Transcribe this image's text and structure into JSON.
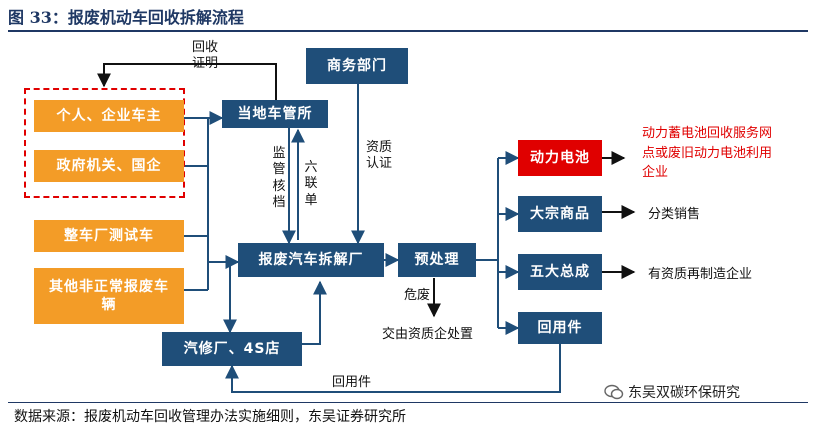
{
  "figure": {
    "title": "图 33：报废机动车回收拆解流程",
    "source": "数据来源：报废机动车回收管理办法实施细则，东吴证券研究所",
    "watermark": "东吴双碳环保研究"
  },
  "boxes": {
    "local_auto_office": "当地车管所",
    "commerce_dept": "商务部门",
    "owners": "个人、企业车主",
    "gov_soe": "政府机关、国企",
    "oem_test_vehicles": "整车厂测试车",
    "other_abnormal": "其他非正常报废车辆",
    "dismantling_plant": "报废汽车拆解厂",
    "pretreatment": "预处理",
    "repair_4s": "汽修厂、4S店",
    "power_battery": "动力电池",
    "bulk_goods": "大宗商品",
    "five_assemblies": "五大总成",
    "reusable_parts": "回用件"
  },
  "labels": {
    "recycle_certificate": "回收证明",
    "supervise_archive": "监管核档",
    "six_copies": "六联单",
    "qualification_cert": "资质认证",
    "hazardous_waste": "危废",
    "hazardous_dest": "交由资质企处置",
    "reusable_return": "回用件",
    "battery_dest": "动力蓄电池回收服务网点或废旧动力电池利用企业",
    "bulk_dest": "分类销售",
    "assemblies_dest": "有资质再制造企业"
  },
  "colors": {
    "navy": "#1f4e79",
    "orange": "#f39c27",
    "red": "#e00000",
    "title": "#1f3864"
  }
}
